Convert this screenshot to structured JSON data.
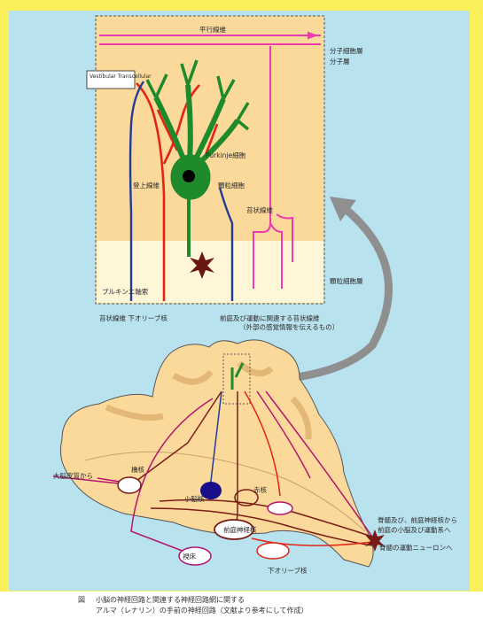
{
  "labels": {
    "top_fiber": "平行線維",
    "molecular_layer": "分子細胞層",
    "molecular_layer_sub": "分子層",
    "purkinje_cell": "Purkinje細胞",
    "climbing_fiber": "登上線維",
    "mossy_fiber": "苔状線維",
    "granule_cell": "顆粒細胞",
    "purkinje_axon": "プルキンエ軸索",
    "granular_layer": "顆粒細胞層",
    "bottom_left": "苔状線維 下オリーブ核",
    "bottom_right": "前庭及び運動に関連する苔状線維",
    "bottom_right2": "（外部の感覚情報を伝えるもの）",
    "deep_nucleus": "小脳核",
    "red_nucleus": "赤核",
    "vestibular_nucleus": "前庭神経核",
    "thalamus": "視床",
    "inferior_olive": "下オリーブ核",
    "pontine": "橋核",
    "cortex_input": "大脳皮質から",
    "spinal_right1": "脊髄及び、前庭神経核から",
    "spinal_right2": "前庭の小脳及び運動系へ",
    "spinal_bottom": "脊髄の運動ニューロンへ",
    "yellow_box": "Vestibular Transcellular"
  },
  "caption": {
    "marker": "図",
    "line1": "小脳の神経回路と関連する神経回路網に関する",
    "line2": "アルマ（レナリン）の手前の神経回路（文献より参考にして作成）"
  },
  "colors": {
    "panel_bg": "#b9e2ef",
    "frame": "#fbf05a",
    "inset_bg": "#fbd99b",
    "granular_bg": "#fff6d8",
    "purkinje": "#1e8a2c",
    "climbing": "#e32415",
    "mossy": "#243c96",
    "parallel": "#ec3bb0",
    "arrow": "#8f8f8f"
  }
}
